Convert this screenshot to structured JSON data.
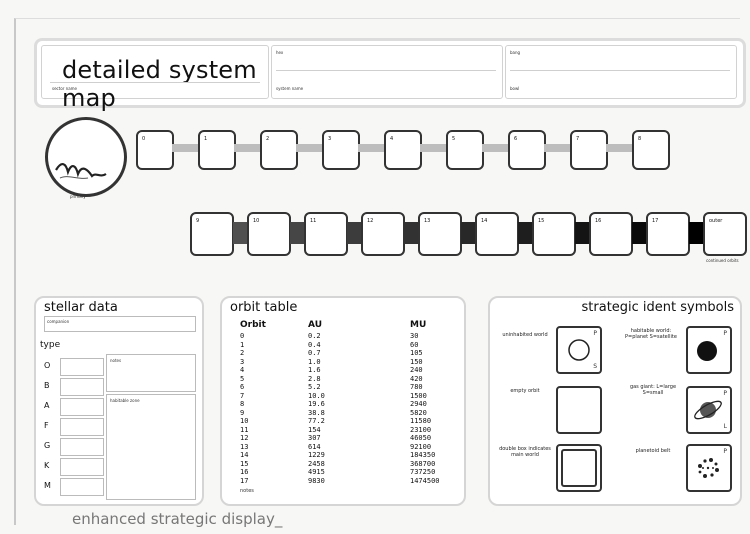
{
  "header": {
    "title": "detailed system map",
    "fields": [
      "sector name",
      "hex",
      "system name",
      "bang",
      "bowl"
    ]
  },
  "primary_star": {
    "label": "primary"
  },
  "orbits_row1": [
    "0",
    "1",
    "2",
    "3",
    "4",
    "5",
    "6",
    "7",
    "8"
  ],
  "orbits_row2": [
    "9",
    "10",
    "11",
    "12",
    "13",
    "14",
    "15",
    "16",
    "17",
    "outer"
  ],
  "row2_note": "continued orbits",
  "stellar_data": {
    "title": "stellar data",
    "companion_label": "companion",
    "type_header": "type",
    "types": [
      "O",
      "B",
      "A",
      "F",
      "G",
      "K",
      "M"
    ],
    "notes": [
      "notes",
      "habitable zone"
    ]
  },
  "orbit_table": {
    "title": "orbit table",
    "headers": [
      "Orbit",
      "AU",
      "MU"
    ],
    "rows": [
      [
        "0",
        "0.2",
        "30"
      ],
      [
        "1",
        "0.4",
        "60"
      ],
      [
        "2",
        "0.7",
        "105"
      ],
      [
        "3",
        "1.0",
        "150"
      ],
      [
        "4",
        "1.6",
        "240"
      ],
      [
        "5",
        "2.8",
        "420"
      ],
      [
        "6",
        "5.2",
        "780"
      ],
      [
        "7",
        "10.0",
        "1500"
      ],
      [
        "8",
        "19.6",
        "2940"
      ],
      [
        "9",
        "38.8",
        "5820"
      ],
      [
        "10",
        "77.2",
        "11580"
      ],
      [
        "11",
        "154",
        "23100"
      ],
      [
        "12",
        "307",
        "46050"
      ],
      [
        "13",
        "614",
        "92100"
      ],
      [
        "14",
        "1229",
        "184350"
      ],
      [
        "15",
        "2458",
        "368700"
      ],
      [
        "16",
        "4915",
        "737250"
      ],
      [
        "17",
        "9830",
        "1474500"
      ]
    ],
    "footer": "notes"
  },
  "symbols": {
    "title": "strategic ident symbols",
    "items": [
      {
        "label": "uninhabited world",
        "icon": "ring-world-icon",
        "marks": [
          "P",
          "S"
        ]
      },
      {
        "label": "habitable world: P=planet S=satellite",
        "icon": "filled-world-icon",
        "marks": [
          "P"
        ]
      },
      {
        "label": "empty orbit",
        "icon": "empty-orbit-icon",
        "marks": []
      },
      {
        "label": "gas giant: L=large S=small",
        "icon": "gas-giant-icon",
        "marks": [
          "P",
          "L"
        ]
      },
      {
        "label": "double box indicates main world",
        "icon": "main-world-icon",
        "marks": []
      },
      {
        "label": "planetoid belt",
        "icon": "planetoid-belt-icon",
        "marks": [
          "P"
        ]
      }
    ]
  },
  "footer_text": "enhanced strategic display_"
}
